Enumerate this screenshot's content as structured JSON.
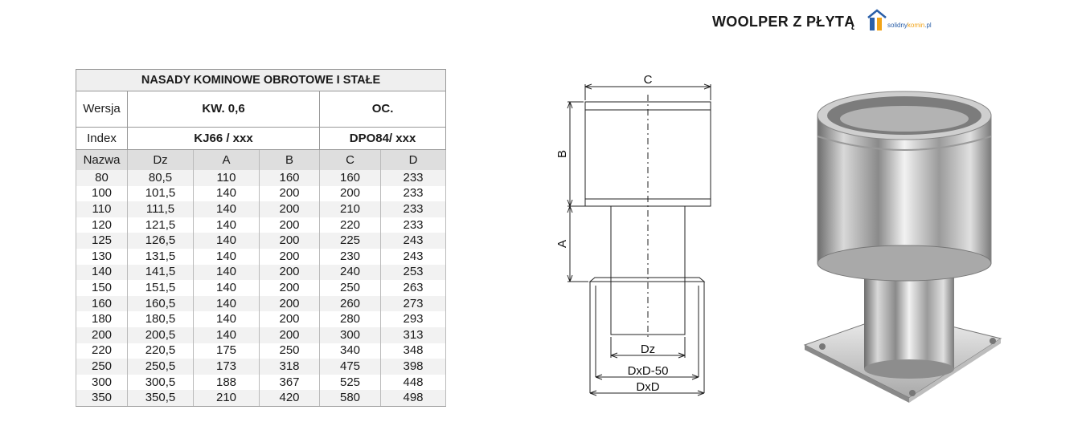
{
  "header": {
    "title": "WOOLPER Z PŁYTĄ"
  },
  "logo": {
    "text_main": "solidny",
    "text_accent": "komin",
    "text_suffix": ".pl"
  },
  "table": {
    "title": "NASADY KOMINOWE OBROTOWE I STAŁE",
    "wersja_label": "Wersja",
    "wersja_kw": "KW. 0,6",
    "wersja_oc": "OC.",
    "index_label": "Index",
    "index_kw": "KJ66 / xxx",
    "index_oc": "DPO84/ xxx",
    "columns": [
      "Nazwa",
      "Dz",
      "A",
      "B",
      "C",
      "D"
    ],
    "rows": [
      [
        "80",
        "80,5",
        "110",
        "160",
        "160",
        "233"
      ],
      [
        "100",
        "101,5",
        "140",
        "200",
        "200",
        "233"
      ],
      [
        "110",
        "111,5",
        "140",
        "200",
        "210",
        "233"
      ],
      [
        "120",
        "121,5",
        "140",
        "200",
        "220",
        "233"
      ],
      [
        "125",
        "126,5",
        "140",
        "200",
        "225",
        "243"
      ],
      [
        "130",
        "131,5",
        "140",
        "200",
        "230",
        "243"
      ],
      [
        "140",
        "141,5",
        "140",
        "200",
        "240",
        "253"
      ],
      [
        "150",
        "151,5",
        "140",
        "200",
        "250",
        "263"
      ],
      [
        "160",
        "160,5",
        "140",
        "200",
        "260",
        "273"
      ],
      [
        "180",
        "180,5",
        "140",
        "200",
        "280",
        "293"
      ],
      [
        "200",
        "200,5",
        "140",
        "200",
        "300",
        "313"
      ],
      [
        "220",
        "220,5",
        "175",
        "250",
        "340",
        "348"
      ],
      [
        "250",
        "250,5",
        "173",
        "318",
        "475",
        "398"
      ],
      [
        "300",
        "300,5",
        "188",
        "367",
        "525",
        "448"
      ],
      [
        "350",
        "350,5",
        "210",
        "420",
        "580",
        "498"
      ]
    ]
  },
  "drawing": {
    "label_c": "C",
    "label_b": "B",
    "label_a": "A",
    "label_dz": "Dz",
    "label_dxd50": "DxD-50",
    "label_dxd": "DxD"
  }
}
